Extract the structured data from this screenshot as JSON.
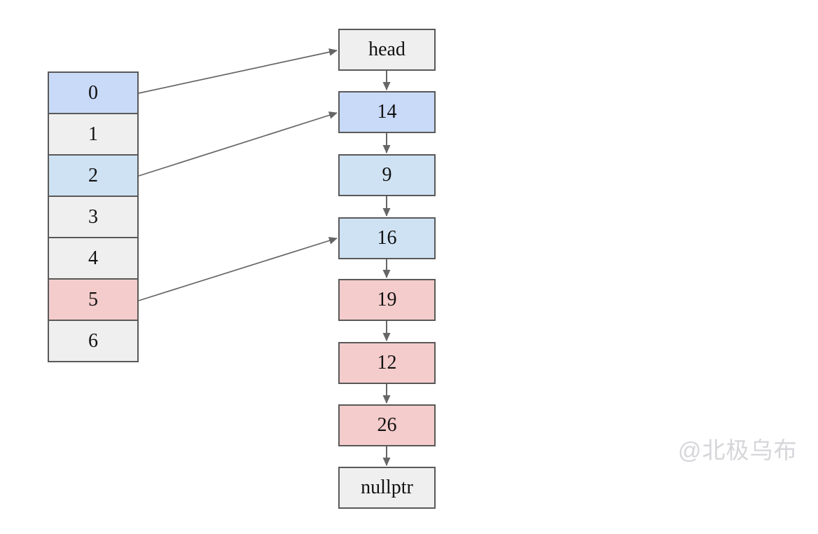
{
  "diagram": {
    "array": {
      "cells": [
        {
          "label": "0",
          "color": "blue-strong"
        },
        {
          "label": "1",
          "color": "gray"
        },
        {
          "label": "2",
          "color": "blue-light"
        },
        {
          "label": "3",
          "color": "gray"
        },
        {
          "label": "4",
          "color": "gray"
        },
        {
          "label": "5",
          "color": "pink"
        },
        {
          "label": "6",
          "color": "gray"
        }
      ]
    },
    "list": {
      "nodes": [
        {
          "label": "head",
          "color": "gray"
        },
        {
          "label": "14",
          "color": "blue-strong"
        },
        {
          "label": "9",
          "color": "blue-light"
        },
        {
          "label": "16",
          "color": "blue-light"
        },
        {
          "label": "19",
          "color": "pink"
        },
        {
          "label": "12",
          "color": "pink"
        },
        {
          "label": "26",
          "color": "pink"
        },
        {
          "label": "nullptr",
          "color": "gray"
        }
      ]
    },
    "pointers": [
      {
        "from": "array-cell-0",
        "to": "list-node-head"
      },
      {
        "from": "array-cell-2",
        "to": "list-node-14"
      },
      {
        "from": "array-cell-5",
        "to": "list-node-16"
      }
    ],
    "colors": {
      "blue_strong": "#c9daf8",
      "blue_light": "#cfe2f3",
      "pink": "#f4cccc",
      "gray": "#efefef",
      "border": "#595959",
      "arrow": "#666666",
      "text": "#111111",
      "watermark": "#d6d6da",
      "background": "#ffffff"
    }
  },
  "watermark": {
    "text": "@北极乌布"
  }
}
